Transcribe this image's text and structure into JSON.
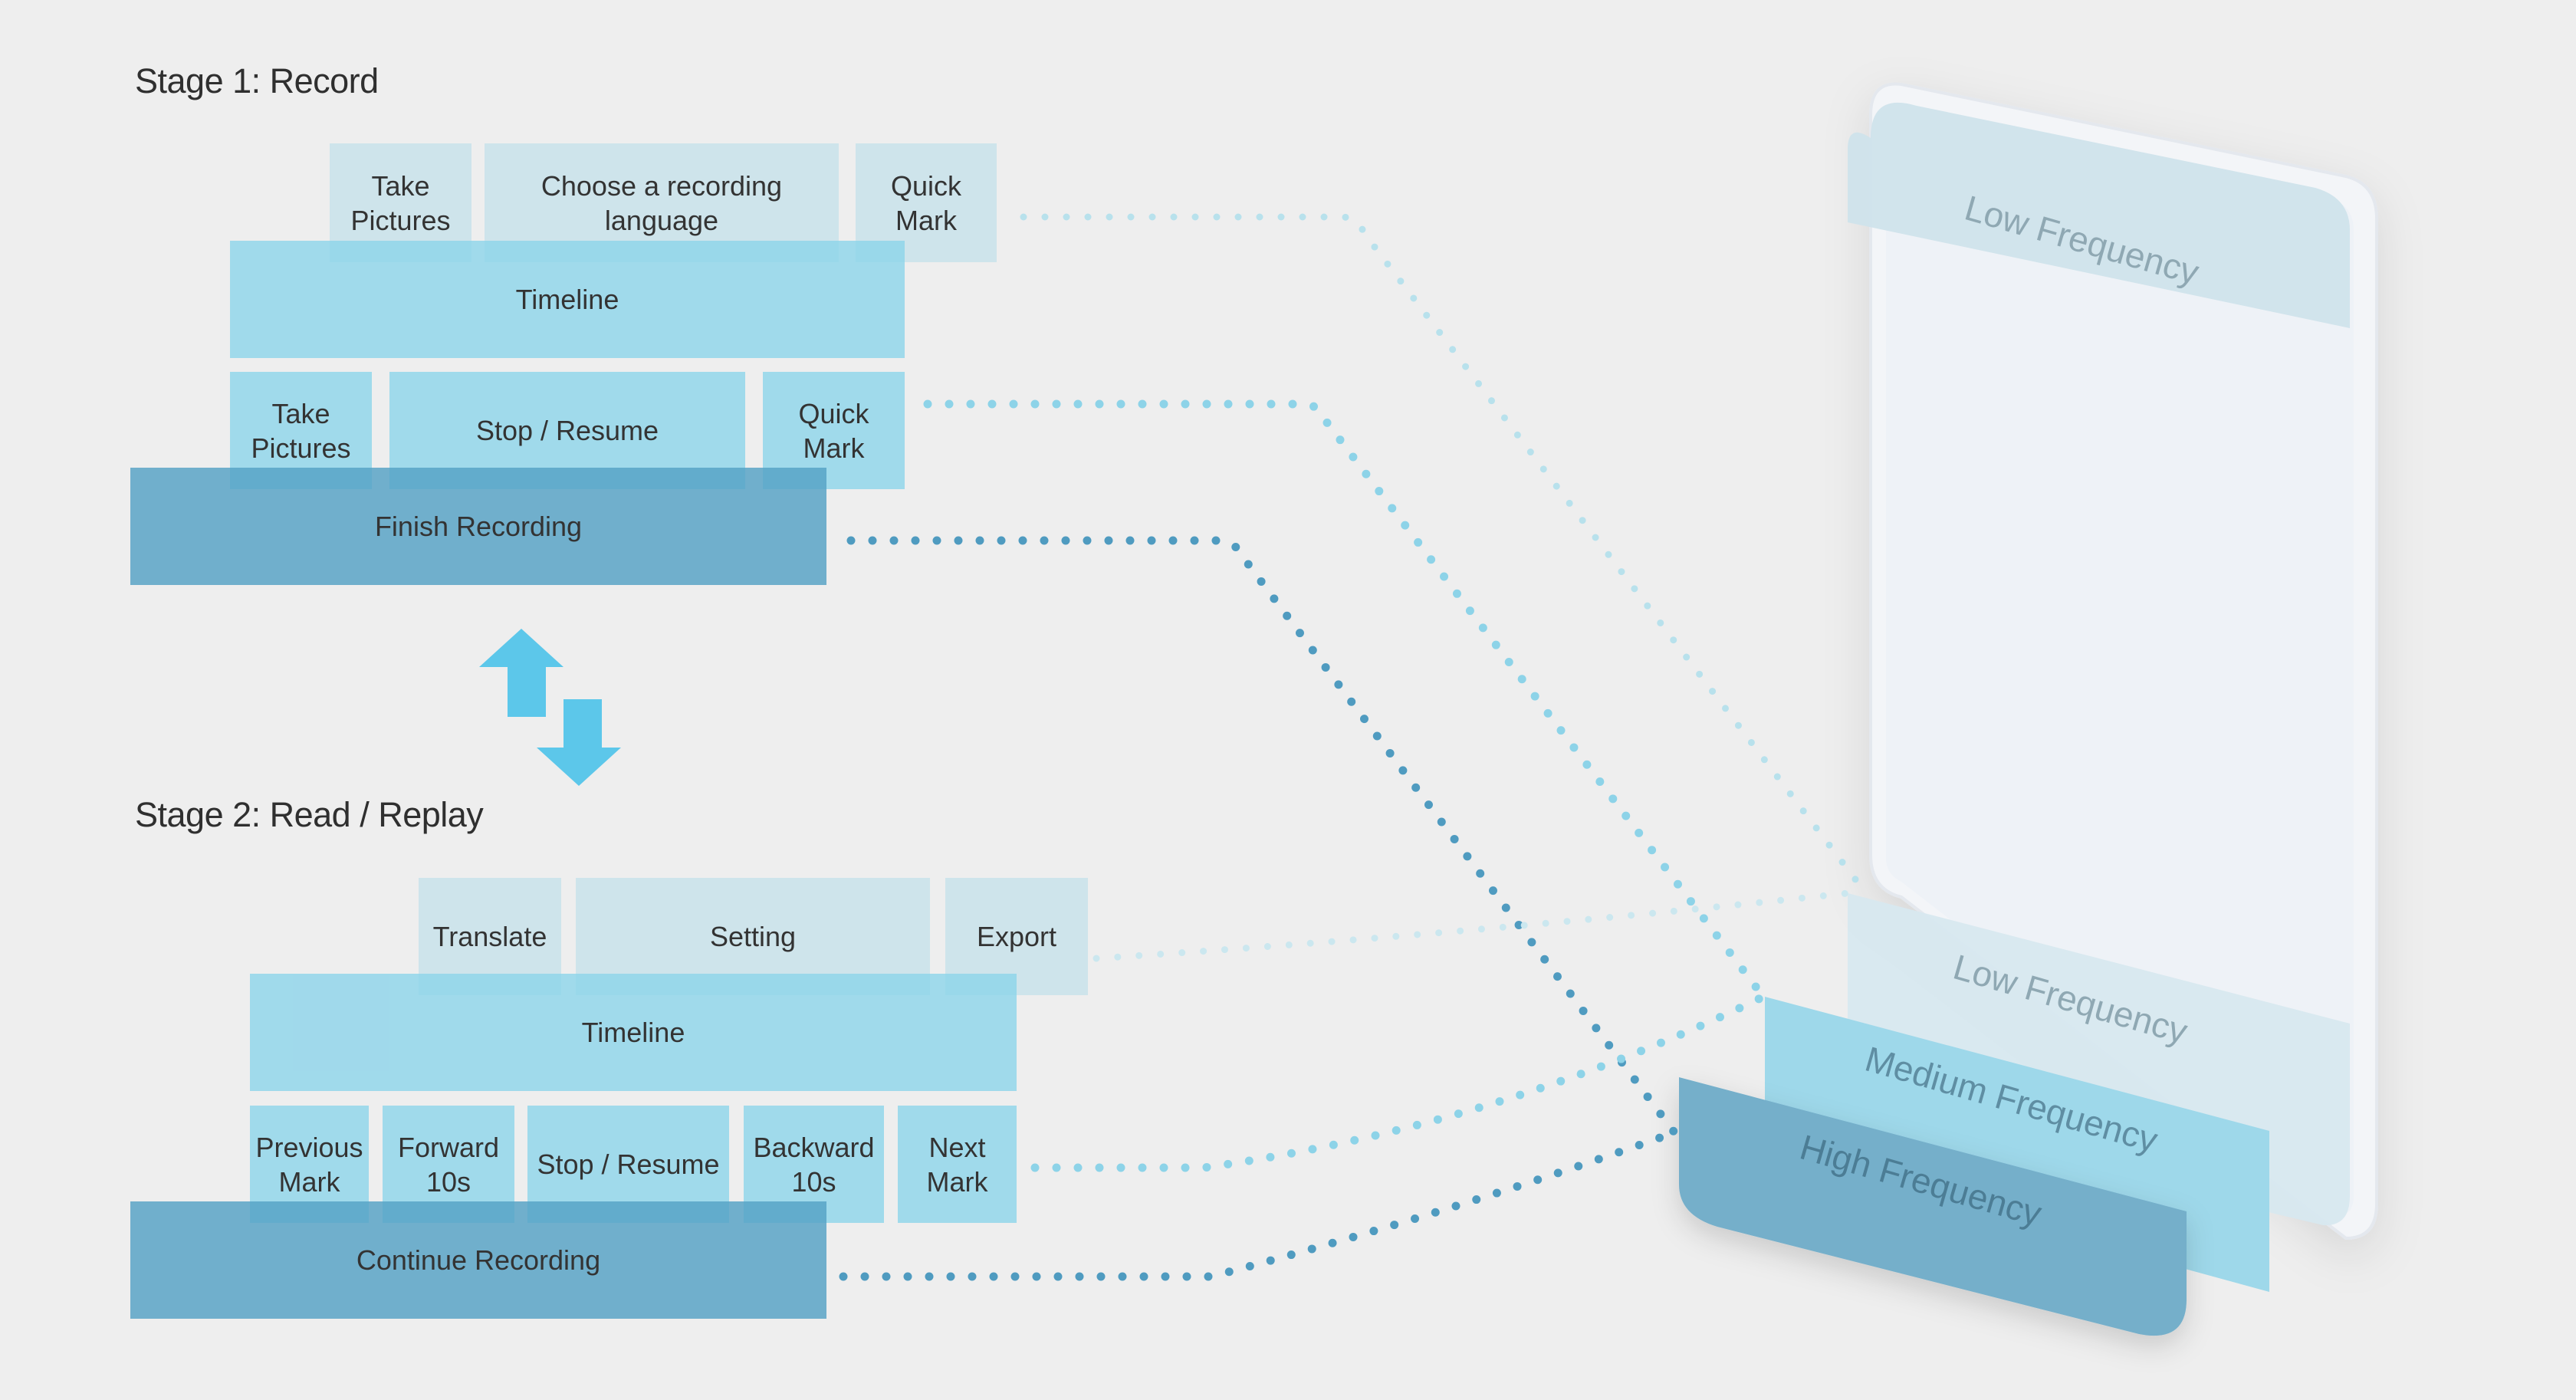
{
  "stage1": {
    "title": "Stage 1: Record",
    "low": [
      "Take\nPictures",
      "Choose a recording\nlanguage",
      "Quick\nMark"
    ],
    "timeline": "Timeline",
    "mid": [
      "Take\nPictures",
      "Stop / Resume",
      "Quick\nMark"
    ],
    "primary": "Finish Recording"
  },
  "stage2": {
    "title": "Stage 2: Read / Replay",
    "low": [
      "Translate",
      "Setting",
      "Export"
    ],
    "timeline": "Timeline",
    "mid": [
      "Previous\nMark",
      "Forward\n10s",
      "Stop / Resume",
      "Backward\n10s",
      "Next\nMark"
    ],
    "primary": "Continue Recording"
  },
  "phone": {
    "top_label": "Low Frequency",
    "bottom_low_label": "Low Frequency",
    "medium_label": "Medium Frequency",
    "high_label": "High Frequency"
  },
  "colors": {
    "background": "#eeeeee",
    "low": "#cfe6ee",
    "medium": "#8cd4ea",
    "high": "#54a1c5",
    "arrow": "#58c6e8"
  }
}
